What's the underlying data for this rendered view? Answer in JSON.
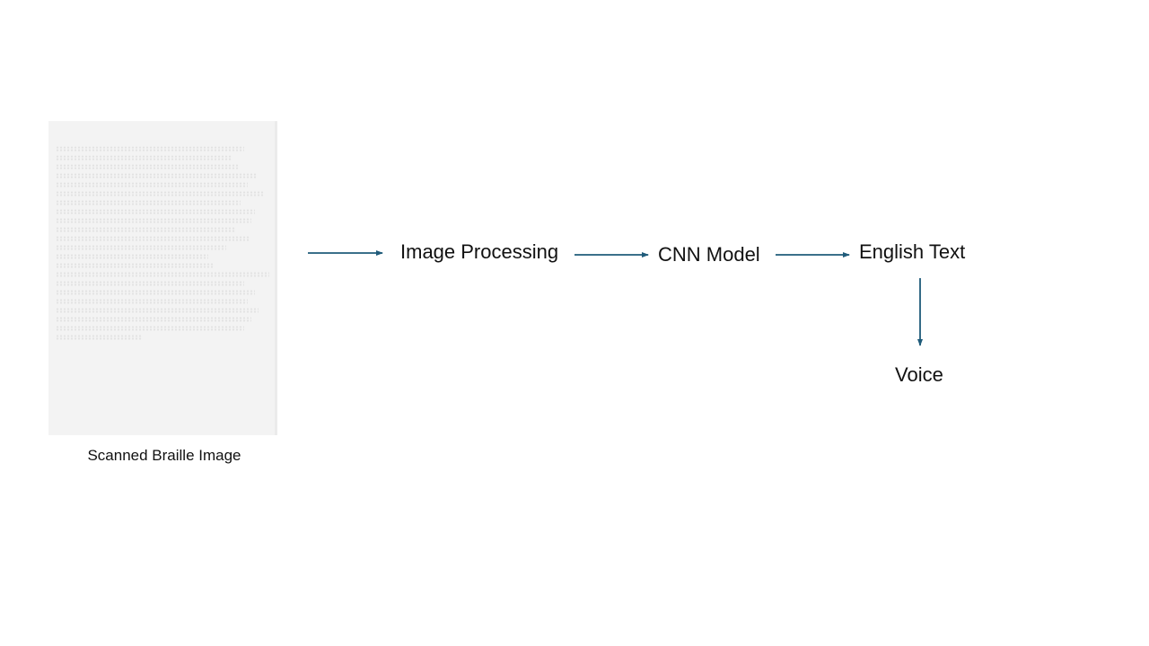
{
  "input": {
    "caption": "Scanned Braille Image"
  },
  "steps": {
    "image_processing": "Image Processing",
    "cnn_model": "CNN Model",
    "english_text": "English Text",
    "voice": "Voice"
  },
  "colors": {
    "arrow": "#1f5b7a",
    "scan_background": "#f3f3f3",
    "text": "#111111"
  }
}
